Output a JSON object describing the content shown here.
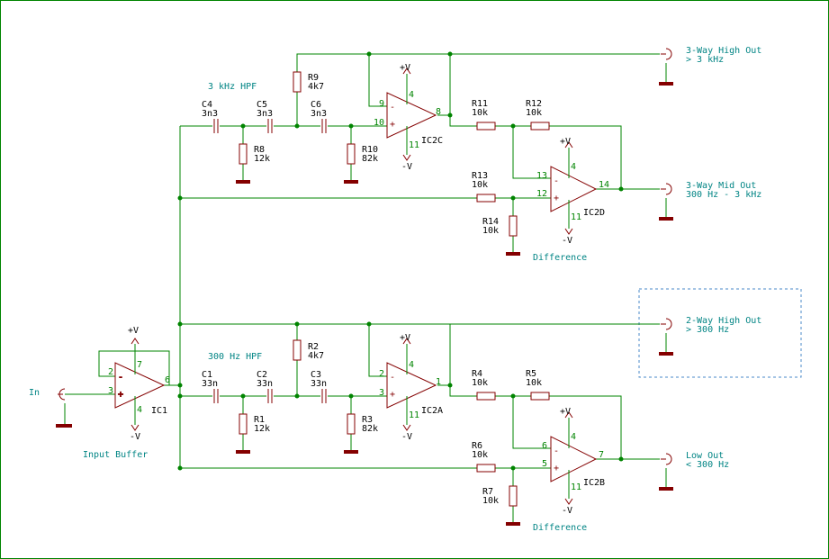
{
  "input_label": "In",
  "notes": {
    "input_buffer": "Input Buffer",
    "hpf_3k": "3 kHz HPF",
    "hpf_300": "300 Hz HPF",
    "difference_top": "Difference",
    "difference_bottom": "Difference"
  },
  "outputs": {
    "high3_line1": "3-Way High Out",
    "high3_line2": "> 3 kHz",
    "mid3_line1": "3-Way Mid Out",
    "mid3_line2": "300 Hz - 3 kHz",
    "high2_line1": "2-Way High Out",
    "high2_line2": "> 300 Hz",
    "low_line1": "Low Out",
    "low_line2": "< 300 Hz"
  },
  "power": {
    "pos": "+V",
    "neg": "-V"
  },
  "opamps": {
    "ic1": {
      "ref": "IC1",
      "in_minus": "2",
      "in_plus": "3",
      "out": "6",
      "vpos": "7",
      "vneg": "4"
    },
    "ic2a": {
      "ref": "IC2A",
      "in_minus": "2",
      "in_plus": "3",
      "out": "1",
      "vpos": "4",
      "vneg": "11"
    },
    "ic2b": {
      "ref": "IC2B",
      "in_minus": "6",
      "in_plus": "5",
      "out": "7",
      "vpos": "4",
      "vneg": "11"
    },
    "ic2c": {
      "ref": "IC2C",
      "in_minus": "9",
      "in_plus": "10",
      "out": "8",
      "vpos": "4",
      "vneg": "11"
    },
    "ic2d": {
      "ref": "IC2D",
      "in_minus": "13",
      "in_plus": "12",
      "out": "14",
      "vpos": "4",
      "vneg": "11"
    }
  },
  "capacitors": {
    "c1": {
      "ref": "C1",
      "value": "33n"
    },
    "c2": {
      "ref": "C2",
      "value": "33n"
    },
    "c3": {
      "ref": "C3",
      "value": "33n"
    },
    "c4": {
      "ref": "C4",
      "value": "3n3"
    },
    "c5": {
      "ref": "C5",
      "value": "3n3"
    },
    "c6": {
      "ref": "C6",
      "value": "3n3"
    }
  },
  "resistors": {
    "r1": {
      "ref": "R1",
      "value": "12k"
    },
    "r2": {
      "ref": "R2",
      "value": "4k7"
    },
    "r3": {
      "ref": "R3",
      "value": "82k"
    },
    "r4": {
      "ref": "R4",
      "value": "10k"
    },
    "r5": {
      "ref": "R5",
      "value": "10k"
    },
    "r6": {
      "ref": "R6",
      "value": "10k"
    },
    "r7": {
      "ref": "R7",
      "value": "10k"
    },
    "r8": {
      "ref": "R8",
      "value": "12k"
    },
    "r9": {
      "ref": "R9",
      "value": "4k7"
    },
    "r10": {
      "ref": "R10",
      "value": "82k"
    },
    "r11": {
      "ref": "R11",
      "value": "10k"
    },
    "r12": {
      "ref": "R12",
      "value": "10k"
    },
    "r13": {
      "ref": "R13",
      "value": "10k"
    },
    "r14": {
      "ref": "R14",
      "value": "10k"
    }
  },
  "colors": {
    "wire": "#008400",
    "component": "#840000",
    "note": "#008484",
    "border": "#008400",
    "dashed_box": "#4a8ac8"
  }
}
